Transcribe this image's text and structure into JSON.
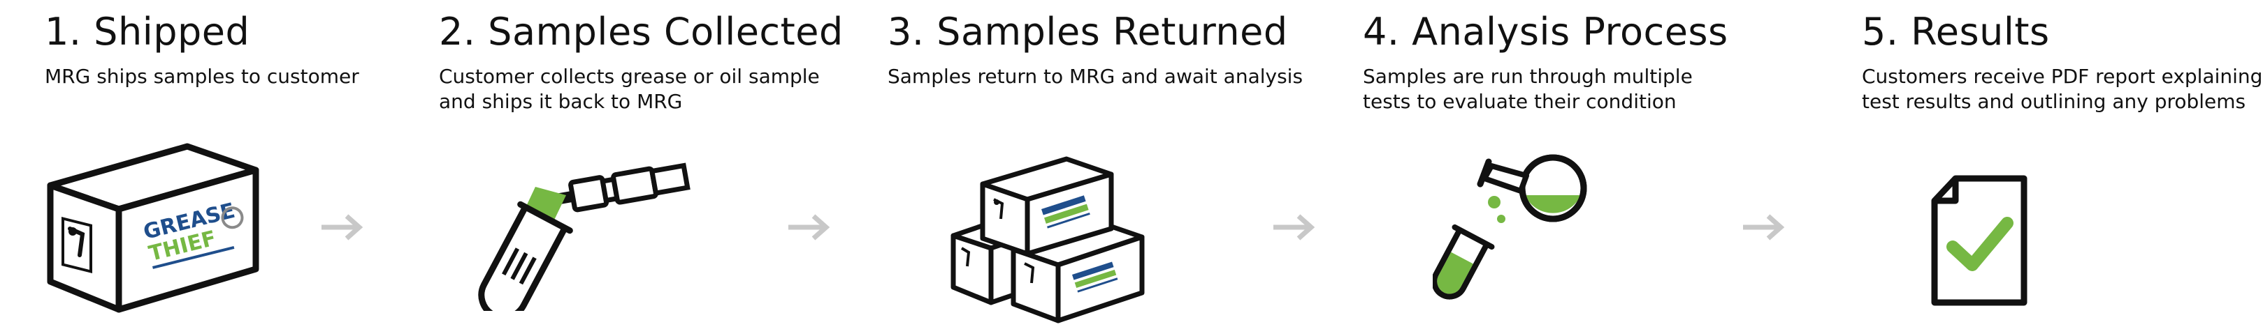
{
  "steps": [
    {
      "title": "1. Shipped",
      "description": [
        "MRG ships samples to customer"
      ],
      "icon": "shipping-box-icon"
    },
    {
      "title": "2. Samples Collected",
      "description": [
        "Customer collects grease or oil sample",
        "and ships it back to MRG"
      ],
      "icon": "test-tube-syringe-icon"
    },
    {
      "title": "3. Samples Returned",
      "description": [
        "Samples return to MRG and await analysis"
      ],
      "icon": "stacked-boxes-icon"
    },
    {
      "title": "4. Analysis Process",
      "description": [
        "Samples are run through multiple",
        "tests to evaluate their condition"
      ],
      "icon": "lab-flask-icon"
    },
    {
      "title": "5. Results",
      "description": [
        "Customers receive PDF report explaining",
        "test results and outlining any problems"
      ],
      "icon": "document-check-icon"
    }
  ],
  "brand": {
    "logo_text": [
      "GREASE",
      "THIEF"
    ],
    "accent_color": "#76b843",
    "logo_blue": "#1f4e8c",
    "arrow_color": "#c8c8c8"
  }
}
